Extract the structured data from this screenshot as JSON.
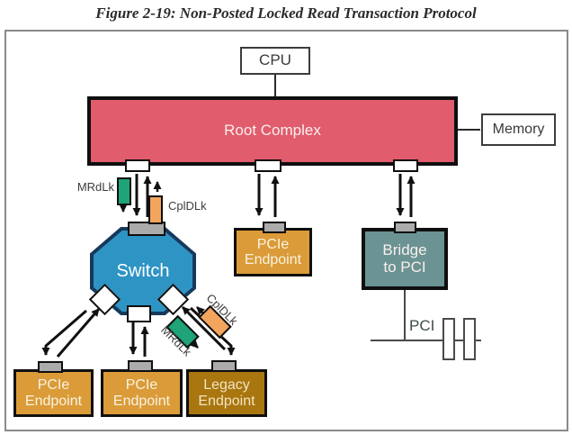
{
  "title": "Figure 2-19: Non-Posted Locked Read Transaction Protocol",
  "nodes": {
    "cpu": "CPU",
    "root_complex": "Root Complex",
    "memory": "Memory",
    "switch": "Switch",
    "pcie_endpoint": "PCIe Endpoint",
    "legacy_endpoint": "Legacy Endpoint",
    "bridge": "Bridge\nto PCI",
    "pci_bus": "PCI"
  },
  "tlps": {
    "request": "MRdLk",
    "completion": "CplDLk"
  },
  "colors": {
    "root_complex": "#e15c6c",
    "switch": "#2e94c4",
    "pcie_endpoint": "#da9b38",
    "legacy_endpoint": "#a9760f",
    "bridge": "#6b9393",
    "request_tlp": "#1fa378",
    "completion_tlp": "#f3a55e",
    "port": "#ababab"
  }
}
